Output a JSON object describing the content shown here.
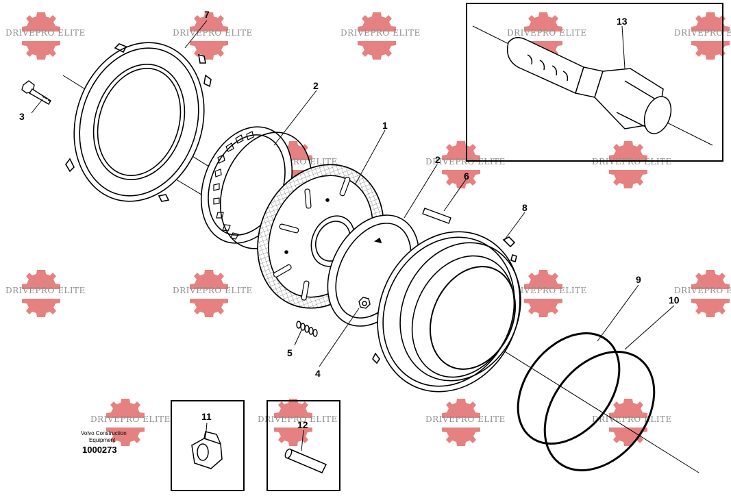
{
  "watermark": {
    "text": "DRIVEPRO ELITE",
    "color": "#e57b7b"
  },
  "callouts": {
    "c1": "1",
    "c2a": "2",
    "c2b": "2",
    "c3": "3",
    "c4": "4",
    "c5": "5",
    "c6": "6",
    "c7": "7",
    "c8": "8",
    "c9": "9",
    "c10": "10",
    "c11": "11",
    "c12": "12",
    "c13": "13"
  },
  "footer": {
    "brand": "Volvo Construction Equipment",
    "brand_line1": "Volvo Construction",
    "brand_line2": "Equipment",
    "drawing_no": "1000273"
  }
}
